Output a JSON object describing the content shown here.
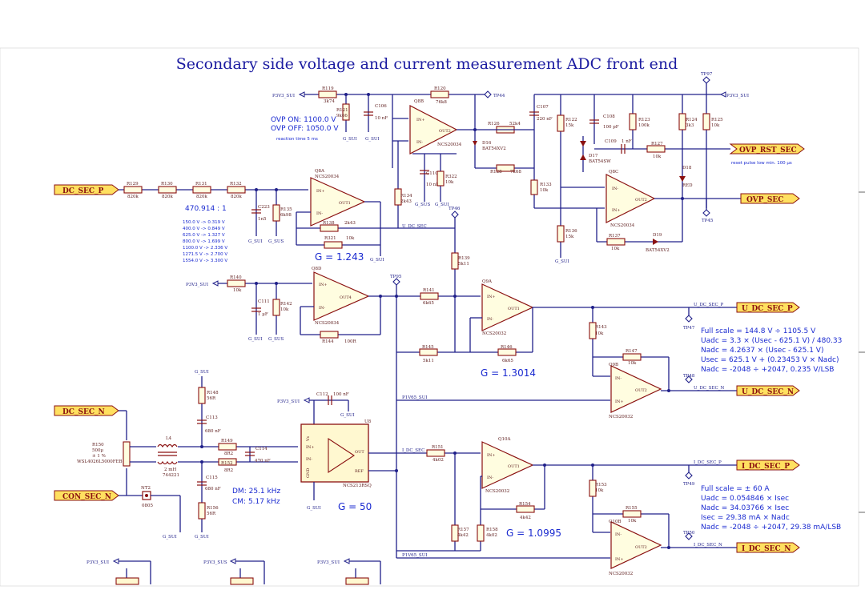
{
  "title": "Secondary side voltage and current measurement ADC front end",
  "ports": {
    "dc_sec_p": "DC_SEC_P",
    "dc_sec_n": "DC_SEC_N",
    "con_sec_n": "CON_SEC_N",
    "ovp_rst_sec": "OVP_RST_SEC",
    "ovp_sec": "OVP_SEC",
    "u_dc_sec_p": "U_DC_SEC_P",
    "u_dc_sec_n": "U_DC_SEC_N",
    "i_dc_sec_p": "I_DC_SEC_P",
    "i_dc_sec_n": "I_DC_SEC_N"
  },
  "nets": {
    "p3v3_sui": "P3V3_SUI",
    "gnd": "G_SUI",
    "p3v3_sus": "P3V3_SUS",
    "g_sus": "G_SUS",
    "u_dc_sec": "U_DC_SEC",
    "i_dc_sec": "I_DC_SEC",
    "p1v65_sui": "P1V65_SUI",
    "u_dc_sec_p_small": "U_DC_SEC_P",
    "u_dc_sec_n_small": "U_DC_SEC_N",
    "i_dc_sec_p_small": "I_DC_SEC_P",
    "i_dc_sec_n_small": "I_DC_SEC_N"
  },
  "notes": {
    "ovp_on": "OVP  ON: 1100.0 V",
    "ovp_off": "OVP OFF: 1050.0 V",
    "reaction": "reaction time 5 ms",
    "reset_pulse": "reset pulse low min. 100 µs",
    "ratio": "470.914 : 1",
    "table": [
      "150.0 V -> 0.319 V",
      "400.0 V -> 0.849 V",
      "625.0 V -> 1.327 V",
      "800.0 V -> 1.699 V",
      "1100.0 V -> 2.336 V",
      "1271.5 V -> 2.700 V",
      "1554.0 V -> 3.300 V"
    ],
    "g1": "G = 1.243",
    "g2": "G = 1.3014",
    "g3": "G = 50",
    "g4": "G = 1.0995",
    "dm": "DM: 25.1 kHz",
    "cm": "CM: 5.17 kHz",
    "u_info": [
      "Full scale = 144.8 V ÷ 1105.5 V",
      "Uadc = 3.3 × (Usec - 625.1 V) / 480.33",
      "Nadc = 4.2637 × (Usec - 625.1 V)",
      "Usec = 625.1 V + (0.23453 V × Nadc)",
      "Nadc = -2048 ÷ +2047, 0.235 V/LSB"
    ],
    "i_info": [
      "Full scale = ± 60 A",
      "Uadc = 0.054846 × Isec",
      "Nadc = 34.03766 × Isec",
      "Isec = 29.38 mA × Nadc",
      "Nadc = -2048 ÷ +2047, 29.38 mA/LSB"
    ]
  },
  "components": {
    "r119": [
      "R119",
      "3k74"
    ],
    "r120": [
      "R120",
      "76k8"
    ],
    "r121": [
      "R121",
      "9k66"
    ],
    "c106": [
      "C106",
      "10 nF"
    ],
    "r126": [
      "R126",
      "52k4"
    ],
    "r128": [
      "R128",
      "7k68"
    ],
    "d16": [
      "D16",
      "BAT54XV2"
    ],
    "q8b": [
      "Q8B",
      "NCS20034"
    ],
    "c107": [
      "C107",
      "220 nF"
    ],
    "r122": [
      "R122",
      "15k"
    ],
    "c108": [
      "C108",
      "100 pF"
    ],
    "r123": [
      "R123",
      "100k"
    ],
    "r124": [
      "R124",
      "3k3"
    ],
    "r125": [
      "R125",
      "10k"
    ],
    "c109": [
      "C109",
      "1 nF"
    ],
    "r127": [
      "R127",
      "10k"
    ],
    "d17": [
      "D17",
      "BAT54SW"
    ],
    "d18": [
      "D18",
      "RED"
    ],
    "q8c": [
      "Q8C",
      "NCS20034"
    ],
    "r136": [
      "R136",
      "15k"
    ],
    "r137": [
      "R137",
      "10k"
    ],
    "d19": [
      "D19",
      "BAT54XV2"
    ],
    "r133": [
      "R133",
      "10k"
    ],
    "r129": [
      "R129",
      "820k"
    ],
    "r130": [
      "R130",
      "820k"
    ],
    "r131": [
      "R131",
      "820k"
    ],
    "r132": [
      "R132",
      "820k"
    ],
    "c223": [
      "C223",
      "1n5"
    ],
    "r135": [
      "R135",
      "6k98"
    ],
    "q8a": [
      "Q8A",
      "NCS20034"
    ],
    "r138": [
      "R138",
      "2k43"
    ],
    "r321": [
      "R321",
      "10k"
    ],
    "r134": [
      "R134",
      "2k43"
    ],
    "c110": [
      "C110",
      "10 nF"
    ],
    "r322": [
      "R322",
      "10k"
    ],
    "r139": [
      "R139",
      "5k11"
    ],
    "r140": [
      "R140",
      "10k"
    ],
    "c111": [
      "C111",
      "1 µF"
    ],
    "r142": [
      "R142",
      "10k"
    ],
    "q8d": [
      "Q8D",
      "NCS20034"
    ],
    "r144": [
      "R144",
      "100R"
    ],
    "r141": [
      "R141",
      "6k65"
    ],
    "q9a": [
      "Q9A",
      "NCS20032"
    ],
    "r145": [
      "R145",
      "5k11"
    ],
    "r146": [
      "R146",
      "6k65"
    ],
    "r143": [
      "R143",
      "10k"
    ],
    "r147": [
      "R147",
      "10k"
    ],
    "q9b": [
      "Q9B",
      "NCS20032"
    ],
    "r148": [
      "R148",
      "56R"
    ],
    "c112": [
      "C112",
      "100 nF"
    ],
    "c113": [
      "C113",
      "680 nF"
    ],
    "r149": [
      "R149",
      "8R2"
    ],
    "c114": [
      "C114",
      "470 nF"
    ],
    "r152": [
      "R152",
      "8R2"
    ],
    "c115": [
      "C115",
      "680 nF"
    ],
    "r156": [
      "R156",
      "56R"
    ],
    "u8": [
      "U8",
      "NCS213RSQ"
    ],
    "l4": [
      "L4",
      "2 mH\n744221"
    ],
    "r150": [
      "R150",
      "500µ\n± 1 %\nWSL4026L5000FEB"
    ],
    "nt2": [
      "NT2",
      "0805"
    ],
    "r151": [
      "R151",
      "4k02"
    ],
    "q10a": [
      "Q10A",
      "NCS20032"
    ],
    "r154": [
      "R154",
      "4k42"
    ],
    "r153": [
      "R153",
      "10k"
    ],
    "r155": [
      "R155",
      "10k"
    ],
    "q10b": [
      "Q10B",
      "NCS20032"
    ],
    "r157": [
      "R157",
      "4k42"
    ],
    "r158": [
      "R158",
      "4k02"
    ]
  },
  "testpoints": [
    "TP44",
    "TP97",
    "TP46",
    "TP45",
    "TP95",
    "TP47",
    "TP48",
    "TP49",
    "TP50"
  ],
  "opamp_pins": {
    "in_p": "IN+",
    "in_n": "IN-",
    "out1": "OUT1",
    "out2": "OUT2",
    "out4": "OUT4",
    "out": "OUT",
    "ref": "REF",
    "vs": "Vs",
    "gnd": "GND"
  },
  "colors": {
    "wire": "#20208a",
    "part": "#8a1010",
    "body": "#fffde0",
    "port": "#ffe060",
    "annotation": "#1a2ad0"
  }
}
